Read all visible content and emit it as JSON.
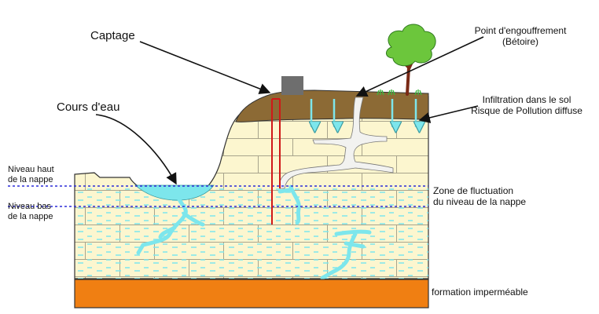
{
  "labels": {
    "captage": "Captage",
    "cours_eau": "Cours d'eau",
    "point_engouffrement_line1": "Point d'engouffrement",
    "point_engouffrement_line2": "(Bétoire)",
    "infiltration_line1": "Infiltration dans le sol",
    "infiltration_line2": "Risque de Pollution diffuse",
    "niveau_haut_line1": "Niveau haut",
    "niveau_haut_line2": "de la nappe",
    "niveau_bas_line1": "Niveau bas",
    "niveau_bas_line2": "de la nappe",
    "zone_fluctuation_line1": "Zone de fluctuation",
    "zone_fluctuation_line2": "du niveau de la nappe",
    "formation": "formation imperméable"
  },
  "colors": {
    "rock": "#fcf6cf",
    "brick_line": "#a8a48c",
    "soil": "#8c6a35",
    "water": "#7de6ec",
    "impermeable": "#f07f12",
    "cave": "#f2f2f0",
    "well": "#d01818",
    "water_level_line": "#2c2cd8",
    "tree_foliage": "#6cc63c",
    "tree_trunk": "#7a2a16",
    "grass": "#3cb43c",
    "building": "#6e6e6e"
  }
}
